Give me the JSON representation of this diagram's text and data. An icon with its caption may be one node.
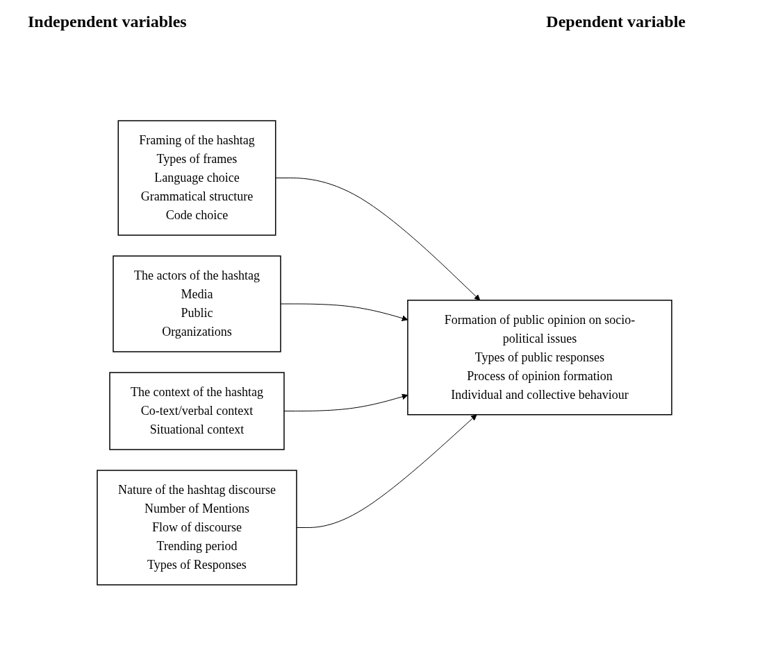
{
  "diagram": {
    "nodes": [
      {
        "text": [
          "Framing of the hashtag",
          "Types of frames",
          "Language choice",
          "Grammatical structure",
          "Code choice"
        ]
      },
      {
        "text": [
          "The actors of the hashtag",
          "Media",
          "Public",
          "Organizations"
        ]
      },
      {
        "text": [
          "The context of the hashtag",
          "Co-text/verbal context",
          "Situational context"
        ]
      },
      {
        "text": [
          "Nature of the hashtag discourse",
          "Number of Mentions",
          "Flow of discourse",
          "Trending period",
          "Types of Responses"
        ]
      },
      {
        "text": [
          "Formation of public opinion on socio-political issues",
          "Types of public responses",
          "Process of opinion formation",
          "Individual and collective behaviour"
        ]
      }
    ],
    "edges": [
      {
        "from": 0,
        "to": 4,
        "arrow": "to"
      },
      {
        "from": 1,
        "to": 4,
        "arrow": "to"
      },
      {
        "from": 2,
        "to": 4,
        "arrow": "to"
      },
      {
        "from": 3,
        "to": 4,
        "arrow": "to"
      }
    ],
    "labels": [
      "Independent variables",
      "Dependent variable"
    ]
  }
}
